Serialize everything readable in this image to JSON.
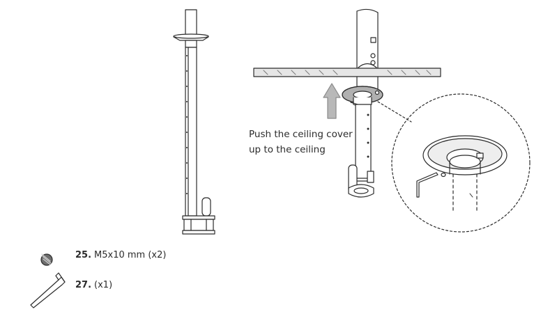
{
  "instruction": {
    "line1": "Push the ceiling cover",
    "line2": "up to the ceiling"
  },
  "parts": [
    {
      "number": "25.",
      "spec": "M5x10 mm (x2)",
      "icon": "set-screw-icon"
    },
    {
      "number": "27.",
      "spec": "(x1)",
      "icon": "hex-key-icon"
    }
  ],
  "colors": {
    "line": "#2b2b2b",
    "arrow": "#8a8a8a",
    "cover": "#b0b0b0",
    "ceiling": "#e6e6e6"
  }
}
